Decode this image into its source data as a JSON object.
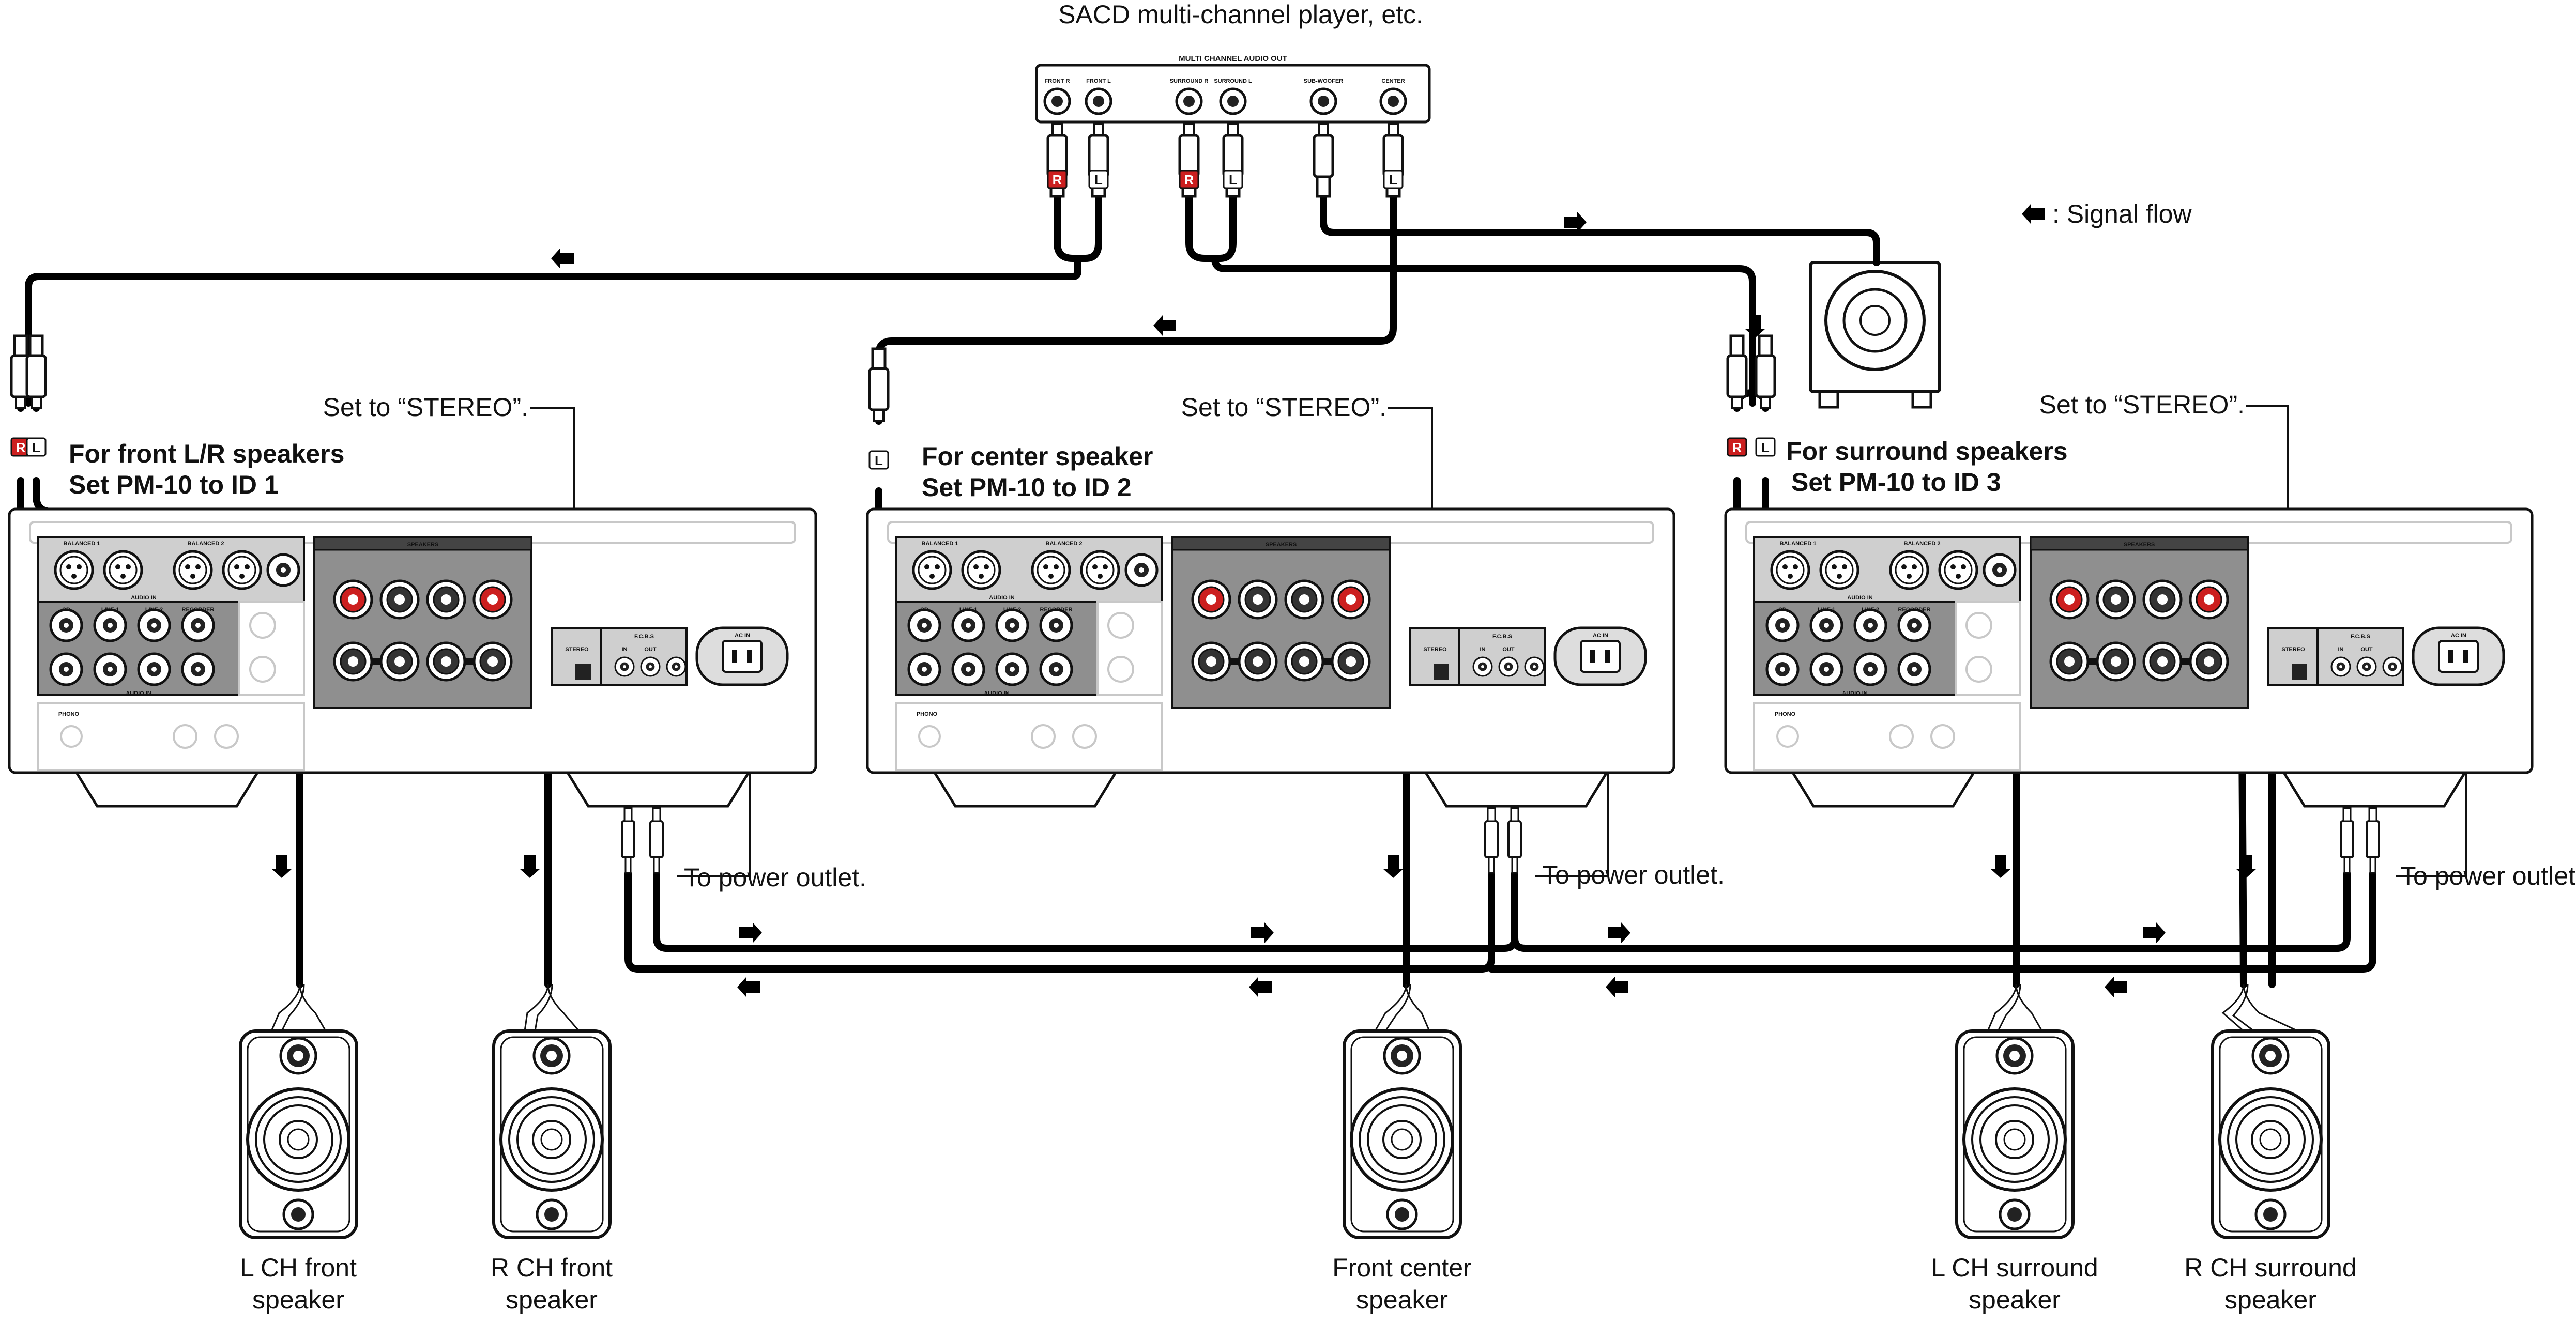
{
  "source_title": "SACD multi-channel player, etc.",
  "source_panel": {
    "header": "MULTI CHANNEL AUDIO OUT",
    "outputs": [
      "FRONT R",
      "FRONT L",
      "SURROUND R",
      "SURROUND L",
      "SUB-WOOFER",
      "CENTER"
    ]
  },
  "legend": {
    "label": ": Signal flow"
  },
  "set_stereo": "Set to “STEREO”.",
  "power": "To power outlet.",
  "amps": [
    {
      "title": "For front L/R speakers",
      "setting": "Set PM-10 to ID 1"
    },
    {
      "title": "For center speaker",
      "setting": "Set PM-10 to ID 2"
    },
    {
      "title": "For surround speakers",
      "setting": "Set PM-10 to ID 3"
    }
  ],
  "amp_panel": {
    "balanced_1": "BALANCED 1",
    "balanced_2": "BALANCED 2",
    "audio_in": "AUDIO IN",
    "cd": "CD",
    "line_1": "LINE 1",
    "line_2": "LINE 2",
    "recorder": "RECORDER",
    "speakers": "SPEAKERS",
    "pcs": "F.C.B.S",
    "in": "IN",
    "out": "OUT",
    "ac_in": "AC IN",
    "phono": "PHONO",
    "stereo": "STEREO"
  },
  "plug_marks": {
    "right": "R",
    "left": "L"
  },
  "speakers": [
    {
      "line1": "L CH front",
      "line2": "speaker"
    },
    {
      "line1": "R CH front",
      "line2": "speaker"
    },
    {
      "line1": "Front center",
      "line2": "speaker"
    },
    {
      "line1": "L CH surround",
      "line2": "speaker"
    },
    {
      "line1": "R CH surround",
      "line2": "speaker"
    }
  ],
  "colors": {
    "line": "#000000",
    "rca_red": "#cc1f1f",
    "panel_dark": "#8f8f8f",
    "panel_light": "#cfcfcf"
  }
}
